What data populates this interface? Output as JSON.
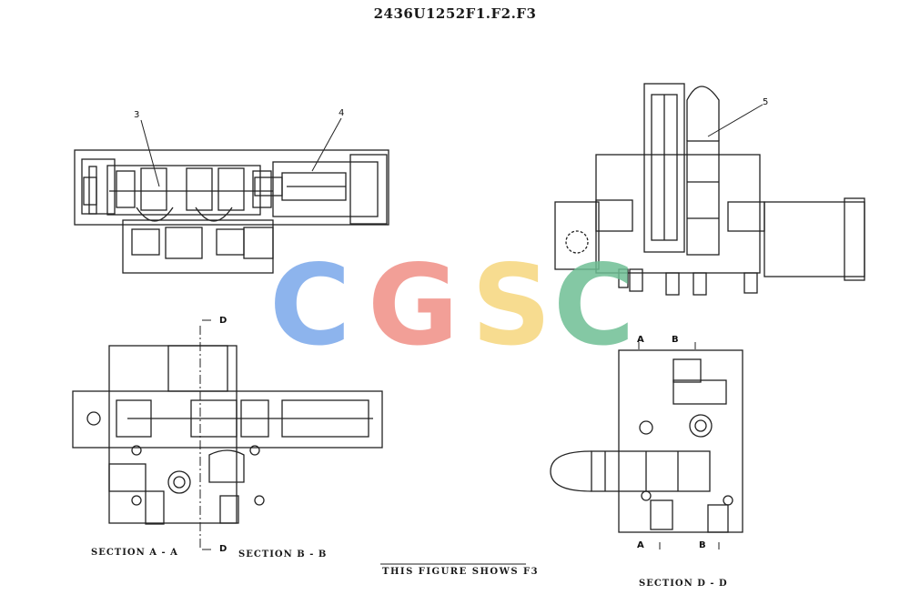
{
  "document": {
    "title": "2436U1252F1.F2.F3",
    "note": "THIS FIGURE SHOWS F3"
  },
  "section_views": {
    "section_aa": "SECTION A - A",
    "section_bb": "SECTION B - B",
    "section_dd": "SECTION D - D"
  },
  "cut_marks": {
    "d_top": "D",
    "d_bottom": "D",
    "a_top": "A",
    "b_top": "B",
    "a_bottom": "A",
    "b_bottom": "B"
  },
  "callouts": [
    "3",
    "4",
    "5"
  ],
  "watermark": {
    "letters": [
      "C",
      "G",
      "S",
      "C"
    ],
    "colors": [
      "#7aa7ea",
      "#f08f86",
      "#f6d77d",
      "#6fbf95"
    ]
  }
}
